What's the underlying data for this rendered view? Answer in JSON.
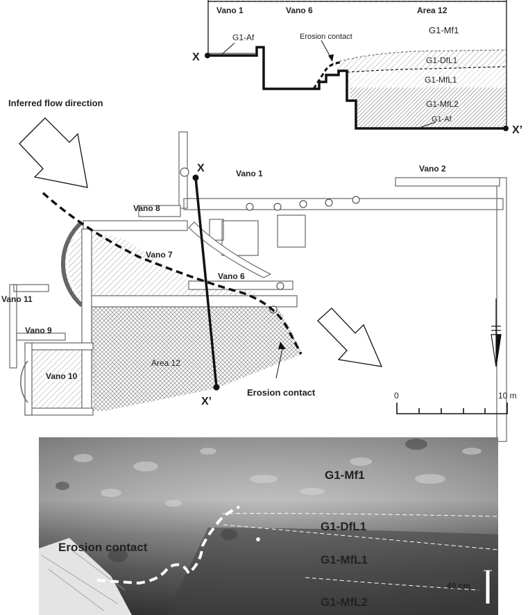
{
  "section": {
    "vano1": "Vano 1",
    "vano6": "Vano 6",
    "area12": "Area 12",
    "mf1": "G1-Mf1",
    "af_left": "G1-Af",
    "erosion_contact": "Erosion contact",
    "dfl1": "G1-DfL1",
    "mfl1": "G1-MfL1",
    "mfl2": "G1-MfL2",
    "af_bottom": "G1-Af",
    "x_label": "X",
    "x_prime_label": "X’"
  },
  "plan": {
    "flow_label": "Inferred flow direction",
    "vano1": "Vano 1",
    "vano2": "Vano 2",
    "vano8": "Vano 8",
    "vano7": "Vano 7",
    "vano6": "Vano 6",
    "vano11": "Vano 11",
    "vano9": "Vano 9",
    "vano10": "Vano 10",
    "area12": "Area 12",
    "x_label": "X",
    "x_prime_label": "X’",
    "erosion_contact": "Erosion contact"
  },
  "scale_bar": {
    "start": "0",
    "end": "10 m"
  },
  "photo": {
    "mf1": "G1-Mf1",
    "dfl1": "G1-DfL1",
    "mfl1": "G1-MfL1",
    "mfl2": "G1-MfL2",
    "erosion_contact": "Erosion contact",
    "scale": "40 cm"
  },
  "colors": {
    "ink": "#111111",
    "wall": "#666666",
    "hatch": "#888888",
    "photo_dark": "#4a4a4a",
    "photo_light": "#c8c8c8"
  }
}
